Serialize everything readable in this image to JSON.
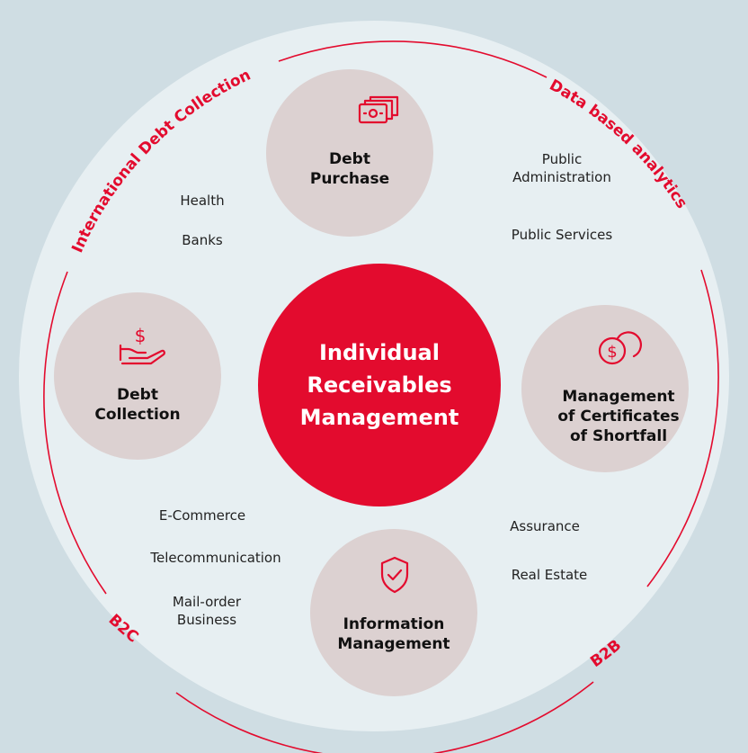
{
  "colors": {
    "background": "#cfdde3",
    "outer_circle": "#e7eff2",
    "accent": "#e30b2e",
    "node_fill": "#dcd1d1",
    "center_text": "#ffffff"
  },
  "center": {
    "title": "Individual\nReceivables\nManagement"
  },
  "nodes": {
    "debt_purchase": {
      "title": "Debt\nPurchase",
      "icon": "money-stack-icon"
    },
    "debt_collection": {
      "title": "Debt\nCollection",
      "icon": "hand-coin-icon"
    },
    "certificates": {
      "title": "Management\nof Certificates\nof Shortfall",
      "icon": "coins-icon"
    },
    "information": {
      "title": "Information\nManagement",
      "icon": "shield-check-icon"
    }
  },
  "ring_labels": {
    "international": "International Debt Collection",
    "analytics": "Data based analytics",
    "b2c": "B2C",
    "b2b": "B2B"
  },
  "sectors": {
    "top_left": [
      "Health",
      "Banks"
    ],
    "top_right": [
      "Public\nAdministration",
      "Public Services"
    ],
    "bottom_left": [
      "E-Commerce",
      "Telecommunication",
      "Mail-order\nBusiness"
    ],
    "bottom_right": [
      "Assurance",
      "Real Estate"
    ]
  }
}
